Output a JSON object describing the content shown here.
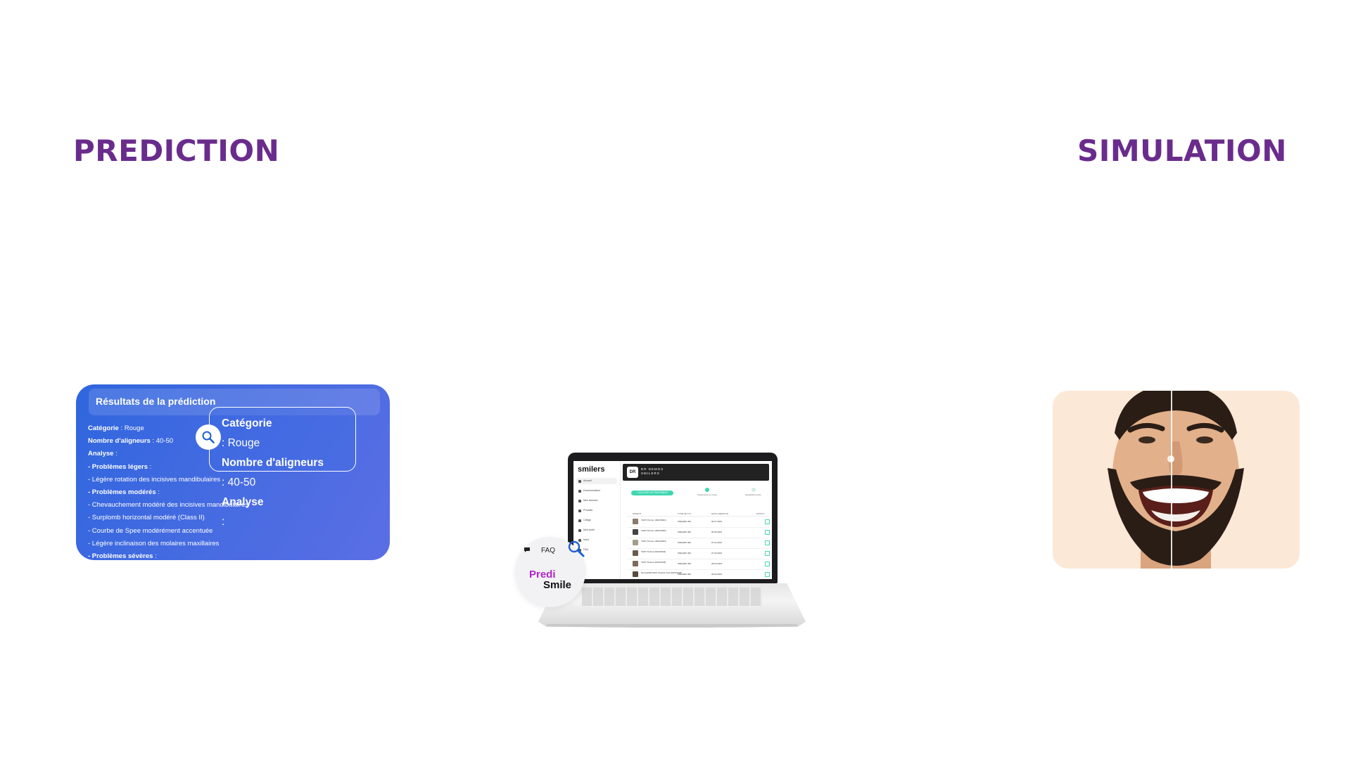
{
  "headings": {
    "prediction": "PREDICTION",
    "simulation": "SIMULATION"
  },
  "prediction_card": {
    "title": "Résultats de la prédiction",
    "lines": [
      {
        "label": "Catégorie",
        "value": " : Rouge"
      },
      {
        "label": "Nombre d'aligneurs",
        "value": " : 40-50"
      },
      {
        "label": "Analyse",
        "value": " :"
      },
      {
        "label": "- Problèmes légers",
        "value": " :"
      },
      {
        "label": "",
        "value": "- Légère rotation des incisives mandibulaires"
      },
      {
        "label": "- Problèmes modérés",
        "value": " :"
      },
      {
        "label": "",
        "value": "- Chevauchement modéré des incisives mandibulaires"
      },
      {
        "label": "",
        "value": "- Surplomb horizontal modéré (Class II)"
      },
      {
        "label": "",
        "value": "- Courbe de Spee modérément accentuée"
      },
      {
        "label": "",
        "value": "- Légère inclinaison des molaires maxillaires"
      },
      {
        "label": "- Problèmes sévères",
        "value": " :"
      }
    ],
    "zoom": {
      "category_label": "Catégorie",
      "category_value": " : Rouge",
      "aligners_label": "Nombre d'aligneurs",
      "aligners_value": " : 40-50",
      "analysis_label": "Analyse",
      "analysis_value": " :",
      "icon": "magnifier-icon"
    }
  },
  "laptop_app": {
    "logo": "smilers",
    "topbar_badge": "DR",
    "topbar_line1": "DR DEMOS",
    "topbar_line2": "SMILERS",
    "sidebar": [
      "Accueil",
      "Documentation",
      "Mes factures",
      "Produits",
      "Cdtrgs",
      "Mon profil",
      "Nord",
      "FAQ"
    ],
    "new_button": "+ AJOUTER UN TRAITEMENT",
    "stats": [
      "Traitements en cours",
      "Expéditions prév."
    ],
    "columns": [
      "PATIENT",
      "TYPE DE TTT",
      "DATE CRÉATION",
      "STATUT"
    ],
    "rows": [
      {
        "patient": "TEST Prénom (DEVIS001)",
        "type": "SMILERS 360",
        "date": "06.07.2023"
      },
      {
        "patient": "TEST Prénom (DEVIS002)",
        "type": "SMILERS 360",
        "date": "05.06.2023"
      },
      {
        "patient": "TEST Prénom (DEVIS003)",
        "type": "SMILERS 360",
        "date": "07.04.2023"
      },
      {
        "patient": "TEST Smilers (DEVIS004)",
        "type": "SMILERS 360",
        "date": "27.03.2023"
      },
      {
        "patient": "TEST Smilers (DEVIS005)",
        "type": "SMILERS 360",
        "date": "28.03.2023"
      },
      {
        "patient": "DemosMIR TEST Solution Test (DEVIS006)",
        "type": "SMILERS 360",
        "date": "28.02.2023"
      }
    ]
  },
  "badge": {
    "faq": "FAQ",
    "brand_top": "Predi",
    "brand_bottom": "Smile",
    "chat_icon": "chat-icon",
    "magnifier_icon": "magnifier-icon"
  },
  "simulation_card": {
    "image": "smile-before-after-photo"
  },
  "colors": {
    "heading": "#6a2c8c",
    "card_blue": "#2f66de",
    "accent_green": "#3fd7b0",
    "brand_magenta": "#b026c8",
    "sim_bg": "#fbe8d6"
  }
}
